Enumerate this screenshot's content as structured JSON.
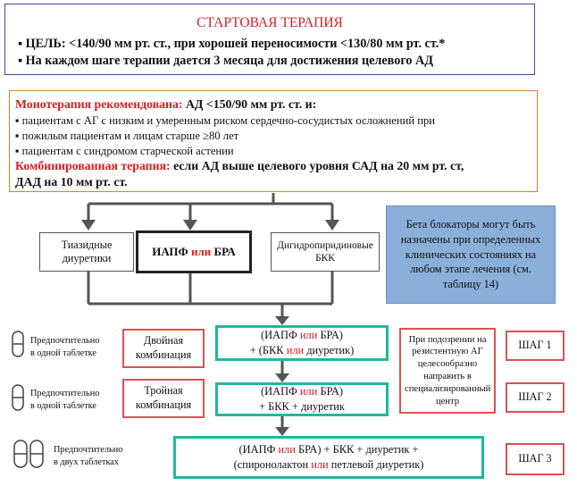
{
  "start": {
    "title": "СТАРТОВАЯ ТЕРАПИЯ",
    "goal": "ЦЕЛЬ: <140/90 мм рт. ст., при хорошей переносимости <130/80 мм рт. ст.*",
    "months": "На каждом шаге терапии дается 3 месяца для достижения целевого АД"
  },
  "mono": {
    "heading": "Монотерапия рекомендована:",
    "heading_rest": " АД <150/90 мм рт. ст. и:",
    "items": [
      "пациентам с АГ с низким и умеренным риском сердечно-сосудистых осложнений при",
      "пожилым пациентам и лицам старше ≥80 лет",
      "пациентам с синдромом старческой астении"
    ],
    "combo_heading": "Комбинированная терапия:",
    "combo_rest": " если АД выше целевого уровня САД на 20 мм рт. ст,",
    "combo_rest2": "ДАД на 10 мм рт. ст."
  },
  "drugs": {
    "thiazide": "Тиазидные диуретики",
    "acei_a": "ИАПФ ",
    "acei_or": "или",
    "acei_b": " БРА",
    "dhp": "Дигидропиридиновые БКК"
  },
  "beta": "Бета блокаторы могут быть назначены при определенных клинических состояниях на любом этапе лечения (см. таблицу 14)",
  "pref1": [
    "Предпочтительно",
    "в одной таблетке"
  ],
  "pref2": [
    "Предпочтительно",
    "в одной таблетке"
  ],
  "pref3": [
    "Предпочтительно",
    "в двух таблетках"
  ],
  "dual": "Двойная комбинация",
  "triple": "Тройная комбинация",
  "step1": {
    "l1a": "(ИАПФ ",
    "l1or": "или",
    "l1b": " БРА)",
    "l2a": "+ (БКК ",
    "l2or": "или",
    "l2b": " диуретик)"
  },
  "step2": {
    "l1a": "(ИАПФ ",
    "l1or": "или",
    "l1b": " БРА)",
    "l2": "+ БКК + диуретик"
  },
  "step3": {
    "l1a": "(ИАПФ ",
    "l1or": "или",
    "l1b": " БРА) + БКК + диуретик +",
    "l2a": "(спиронолактон ",
    "l2or": "или",
    "l2b": " петлевой диуретик)"
  },
  "resistant": "При подозрении на резистентную АГ целесообразно направить в специализированный центр",
  "steps": [
    "ШАГ 1",
    "ШАГ 2",
    "ШАГ 3"
  ],
  "colors": {
    "blue": "#2f4f9a",
    "orange": "#e07b39",
    "red": "#d42020",
    "teal": "#1fb89c",
    "beta_bg": "#8ab0da"
  }
}
